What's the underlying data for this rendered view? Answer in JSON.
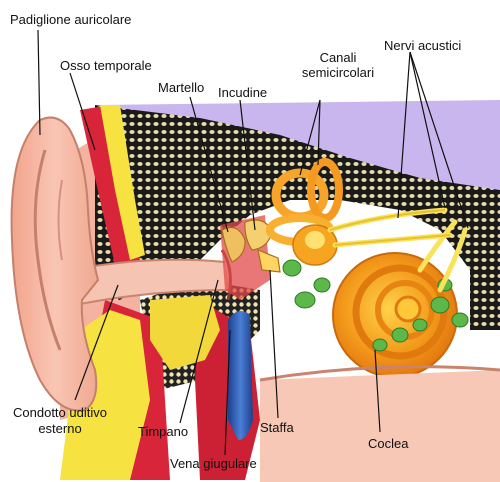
{
  "labels": {
    "padiglione": "Padiglione auricolare",
    "osso": "Osso temporale",
    "martello": "Martello",
    "incudine": "Incudine",
    "canali_1": "Canali",
    "canali_2": "semicircolari",
    "nervi": "Nervi acustici",
    "condotto_1": "Condotto uditivo",
    "condotto_2": "esterno",
    "timpano": "Timpano",
    "staffa": "Staffa",
    "coclea": "Coclea",
    "vena": "Vena giugulare"
  },
  "colors": {
    "skin": "#F7B8A4",
    "bone_dark": "#1A1A1A",
    "bone_cells": "#E6DAA8",
    "muscle": "#D8253A",
    "fat": "#F6E240",
    "sky": "#C9B6EE",
    "cochlea": "#F39A1B",
    "canals": "#F7A52A",
    "nerve": "#F9E35A",
    "vein": "#2F5FB8",
    "green": "#5DB84A"
  }
}
